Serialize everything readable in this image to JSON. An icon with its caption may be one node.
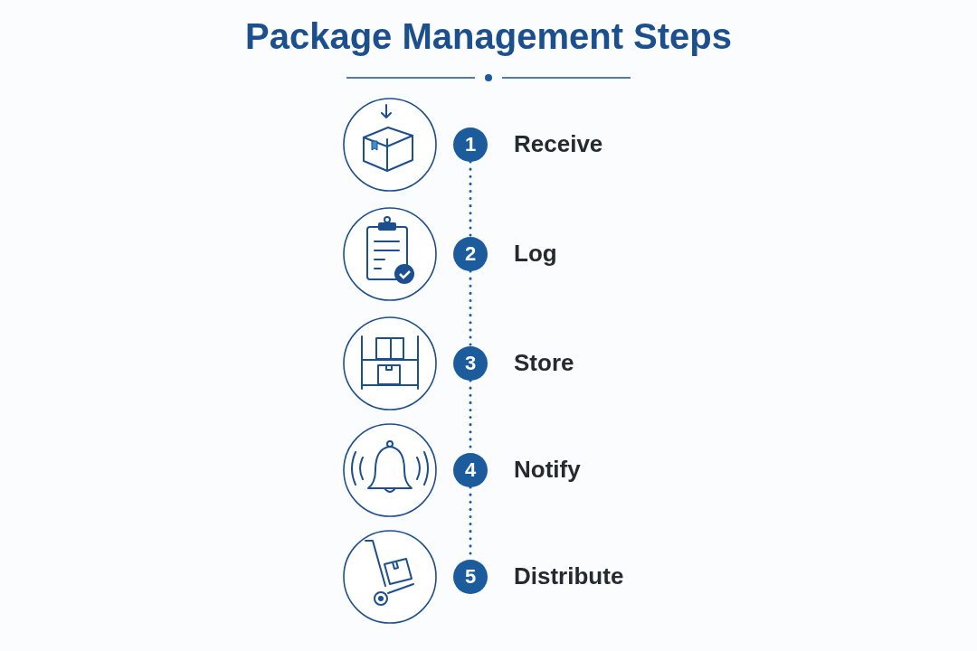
{
  "diagram": {
    "title": "Package Management Steps",
    "nodes": [
      {
        "text": [
          "1"
        ],
        "beside": [
          "Receive"
        ]
      },
      {
        "text": [
          "2"
        ],
        "beside": [
          "Log"
        ]
      },
      {
        "text": [
          "3"
        ],
        "beside": [
          "Store"
        ]
      },
      {
        "text": [
          "4"
        ],
        "beside": [
          "Notify"
        ]
      },
      {
        "text": [
          "5"
        ],
        "beside": [
          "Distribute"
        ]
      }
    ],
    "edges": [
      {
        "from": 0,
        "to": 1,
        "arrow": "none",
        "style": "dashed"
      },
      {
        "from": 1,
        "to": 2,
        "arrow": "none",
        "style": "dashed"
      },
      {
        "from": 2,
        "to": 3,
        "arrow": "none",
        "style": "dashed"
      },
      {
        "from": 3,
        "to": 4,
        "arrow": "none",
        "style": "dashed"
      }
    ]
  }
}
